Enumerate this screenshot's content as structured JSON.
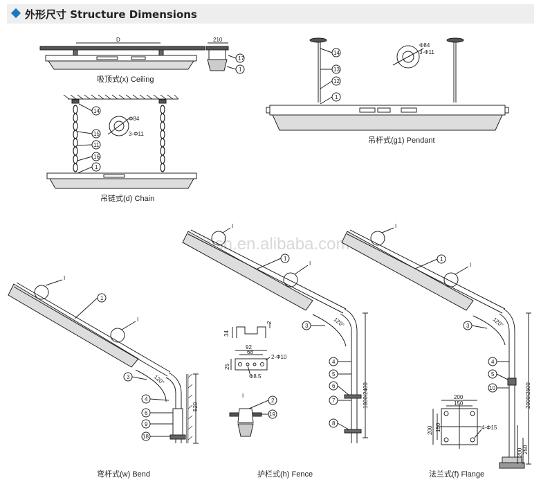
{
  "header": {
    "title": "外形尺寸 Structure Dimensions",
    "accent": "#1a78c2"
  },
  "watermark": "jpsh.en.alibaba.com",
  "captions": {
    "ceiling": "吸顶式(x) Ceiling",
    "pendant": "吊杆式(g1) Pendant",
    "chain": "吊链式(d) Chain",
    "bend": "弯杆式(w) Bend",
    "fence": "护栏式(h) Fence",
    "flange": "法兰式(f) Flange"
  },
  "dims": {
    "d": "D",
    "w210": "210",
    "phi84": "Φ84",
    "hole3": "3-Φ11",
    "phi84b": "Φ84",
    "hole3b": "3-Φ11",
    "h520": "520",
    "h1800": "1800/2400",
    "h2000": "2000/2500",
    "a120a": "120°",
    "a120b": "120°",
    "a120c": "120°",
    "w92": "92",
    "w68": "68",
    "h34": "34",
    "h2": "2",
    "h25": "25",
    "slot": "2-Φ10",
    "phi85": "Φ8.5",
    "f200": "200",
    "f150": "150",
    "f200v": "200",
    "f150v": "150",
    "fholes": "4-Φ15",
    "h200": "200",
    "h250": "250"
  },
  "detail": "I",
  "parts": [
    "1",
    "2",
    "3",
    "4",
    "5",
    "6",
    "7",
    "8",
    "9",
    "10",
    "11",
    "12",
    "13",
    "14",
    "15",
    "16",
    "17",
    "18",
    "19"
  ]
}
